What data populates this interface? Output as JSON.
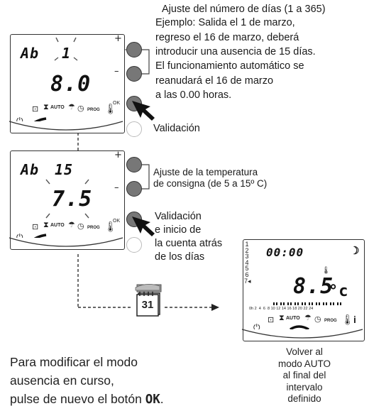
{
  "top_notes": {
    "title": "Ajuste del número de días (1 a 365)",
    "lines": [
      "Ejemplo: Salida el 1 de marzo,",
      "regreso el 16 de marzo, deberá",
      "introducir una ausencia de 15 días.",
      "El funcionamiento automático se",
      "reanudará el 16 de marzo",
      "a las 0.00 horas."
    ],
    "validation": "Validación"
  },
  "panel1": {
    "mode": "Ab",
    "days": "1",
    "temp": "8.0",
    "auto": "AUTO",
    "prog": "PROG"
  },
  "panel2": {
    "mode": "Ab",
    "days": "15",
    "temp": "7.5",
    "auto": "AUTO",
    "prog": "PROG"
  },
  "panel3": {
    "time": "00:00",
    "temp": "8.5",
    "unit": "°c",
    "day_numbers": [
      "1",
      "2",
      "3",
      "4",
      "5",
      "6",
      "7"
    ],
    "hour_ticks": "0h 2  4  6  8 10 12 14 16 18 20 22 24",
    "auto": "AUTO",
    "prog": "PROG"
  },
  "buttons": {
    "plus": "+",
    "minus": "–",
    "ok": "OK"
  },
  "temp_notes": [
    "Ajuste de la temperatura",
    "de consigna (de 5 a 15º C)"
  ],
  "validation_start": [
    "Validación",
    "e inicio de",
    "la cuenta atrás",
    "de los días"
  ],
  "calendar_day": "31",
  "modify_note": [
    "Para modificar el modo",
    "ausencia en curso,",
    "pulse de nuevo el botón ",
    "OK",
    "."
  ],
  "return_note": [
    "Volver al",
    "modo AUTO",
    "al final del",
    "intervalo",
    "definido"
  ]
}
